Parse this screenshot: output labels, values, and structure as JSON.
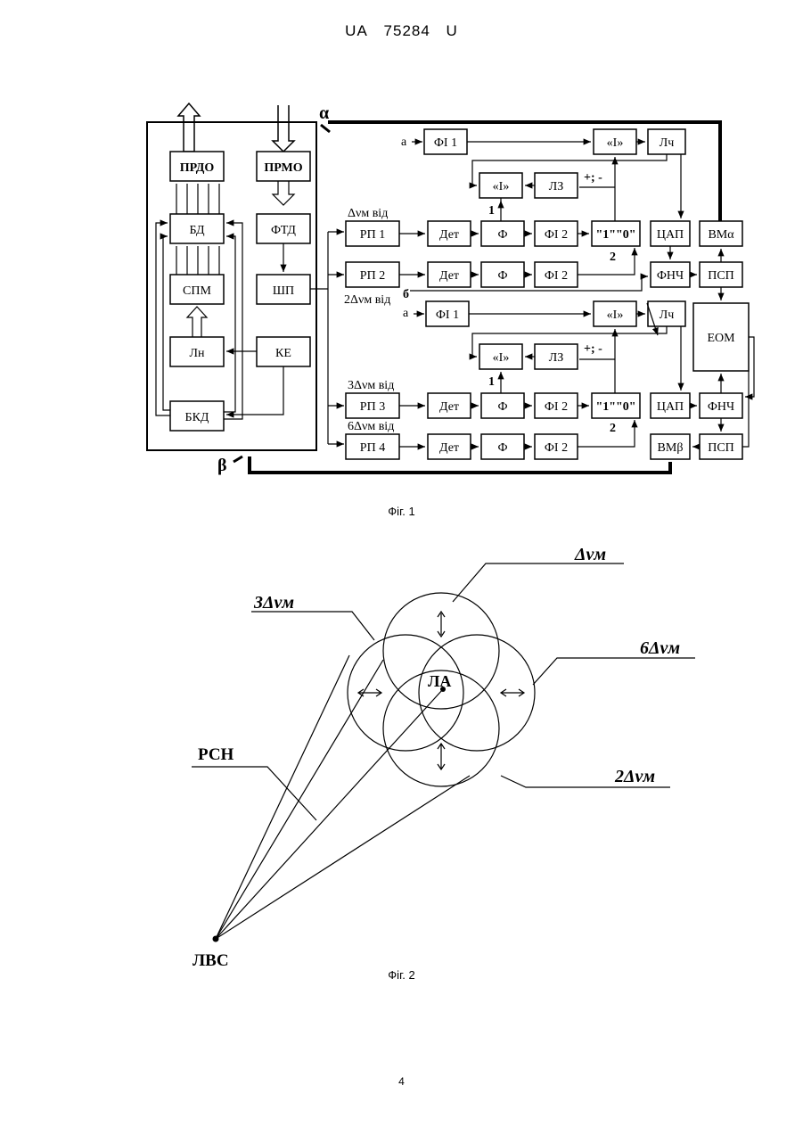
{
  "header": {
    "country": "UA",
    "number": "75284",
    "kind": "U"
  },
  "fig1": {
    "caption": "Фіг. 1",
    "alpha": "α",
    "beta": "β",
    "left": {
      "prdo": "ПРДО",
      "prmo": "ПРМО",
      "bd": "БД",
      "ftd": "ФТД",
      "spm": "СПМ",
      "shp": "ШП",
      "ln": "Лн",
      "ke": "КЕ",
      "bkd": "БКД"
    },
    "top": {
      "a": "а",
      "fi1": "ФІ 1",
      "and": "«І»",
      "lch": "Лч",
      "and2": "«І»",
      "lz": "ЛЗ",
      "pm": "+; -",
      "rp1_label": "Δνм від",
      "rp1": "РП 1",
      "det": "Дет",
      "f": "Ф",
      "fi2": "ФІ 2",
      "trig": "\"1\"\"0\"",
      "n1": "1",
      "n2": "2",
      "cap": "ЦАП",
      "vma": "ВМα",
      "rp2": "РП 2",
      "fnch": "ФНЧ",
      "psp": "ПСП",
      "b": "б",
      "rp2_label": "2Δνм від"
    },
    "bottom": {
      "a": "а",
      "fi1": "ФІ 1",
      "and": "«І»",
      "lch": "Лч",
      "eom": "ЕОМ",
      "and2": "«І»",
      "lz": "ЛЗ",
      "pm": "+; -",
      "rp3_label": "3Δνм від",
      "rp3": "РП 3",
      "det": "Дет",
      "f": "Ф",
      "fi2": "ФІ 2",
      "trig": "\"1\"\"0\"",
      "n1": "1",
      "n2": "2",
      "cap": "ЦАП",
      "fnch": "ФНЧ",
      "rp4_label": "6Δνм від",
      "rp4": "РП 4",
      "vmb": "ВМβ",
      "psp": "ПСП"
    }
  },
  "fig2": {
    "caption": "Фіг. 2",
    "dvm": "Δνм",
    "dvm3": "3Δνм",
    "dvm6": "6Δνм",
    "dvm2": "2Δνм",
    "la": "ЛА",
    "rsn": "РСН",
    "lvs": "ЛВС"
  },
  "page_number": "4"
}
